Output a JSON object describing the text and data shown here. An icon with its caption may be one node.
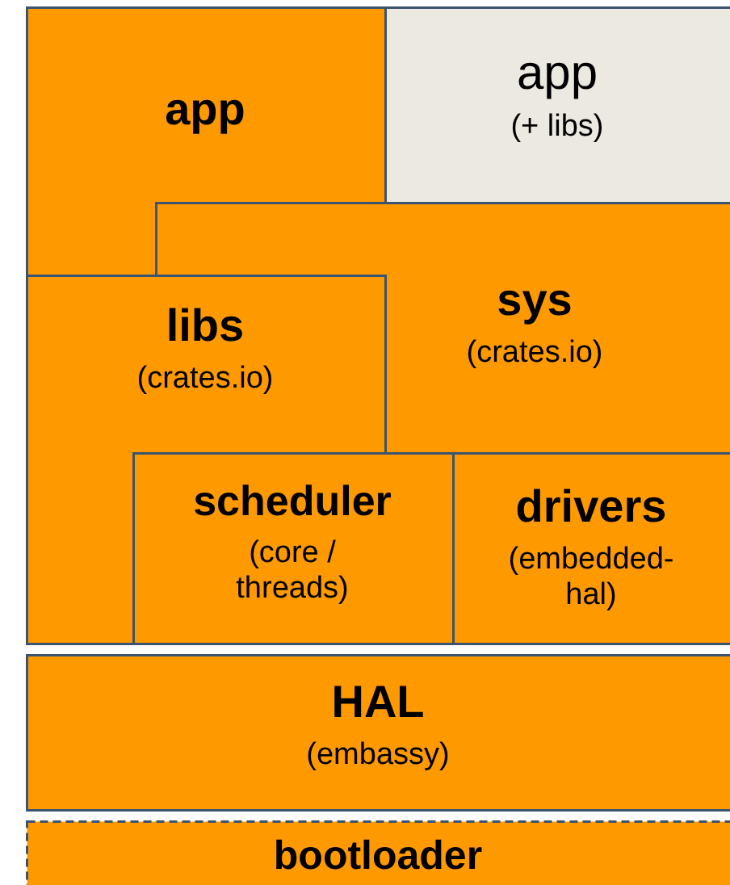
{
  "diagram": {
    "nodes": [
      {
        "text": [
          "app"
        ]
      },
      {
        "text": [
          "app",
          "(+ libs)"
        ]
      },
      {
        "text": [
          "sys",
          "(crates.io)"
        ]
      },
      {
        "text": [
          "libs",
          "(crates.io)"
        ]
      },
      {
        "text": [
          "scheduler",
          "(core / threads)"
        ]
      },
      {
        "text": [
          "drivers",
          "(embedded-hal)"
        ]
      },
      {
        "text": [
          "HAL",
          "(embassy)"
        ]
      },
      {
        "text": [
          "bootloader"
        ]
      }
    ],
    "edges": []
  }
}
